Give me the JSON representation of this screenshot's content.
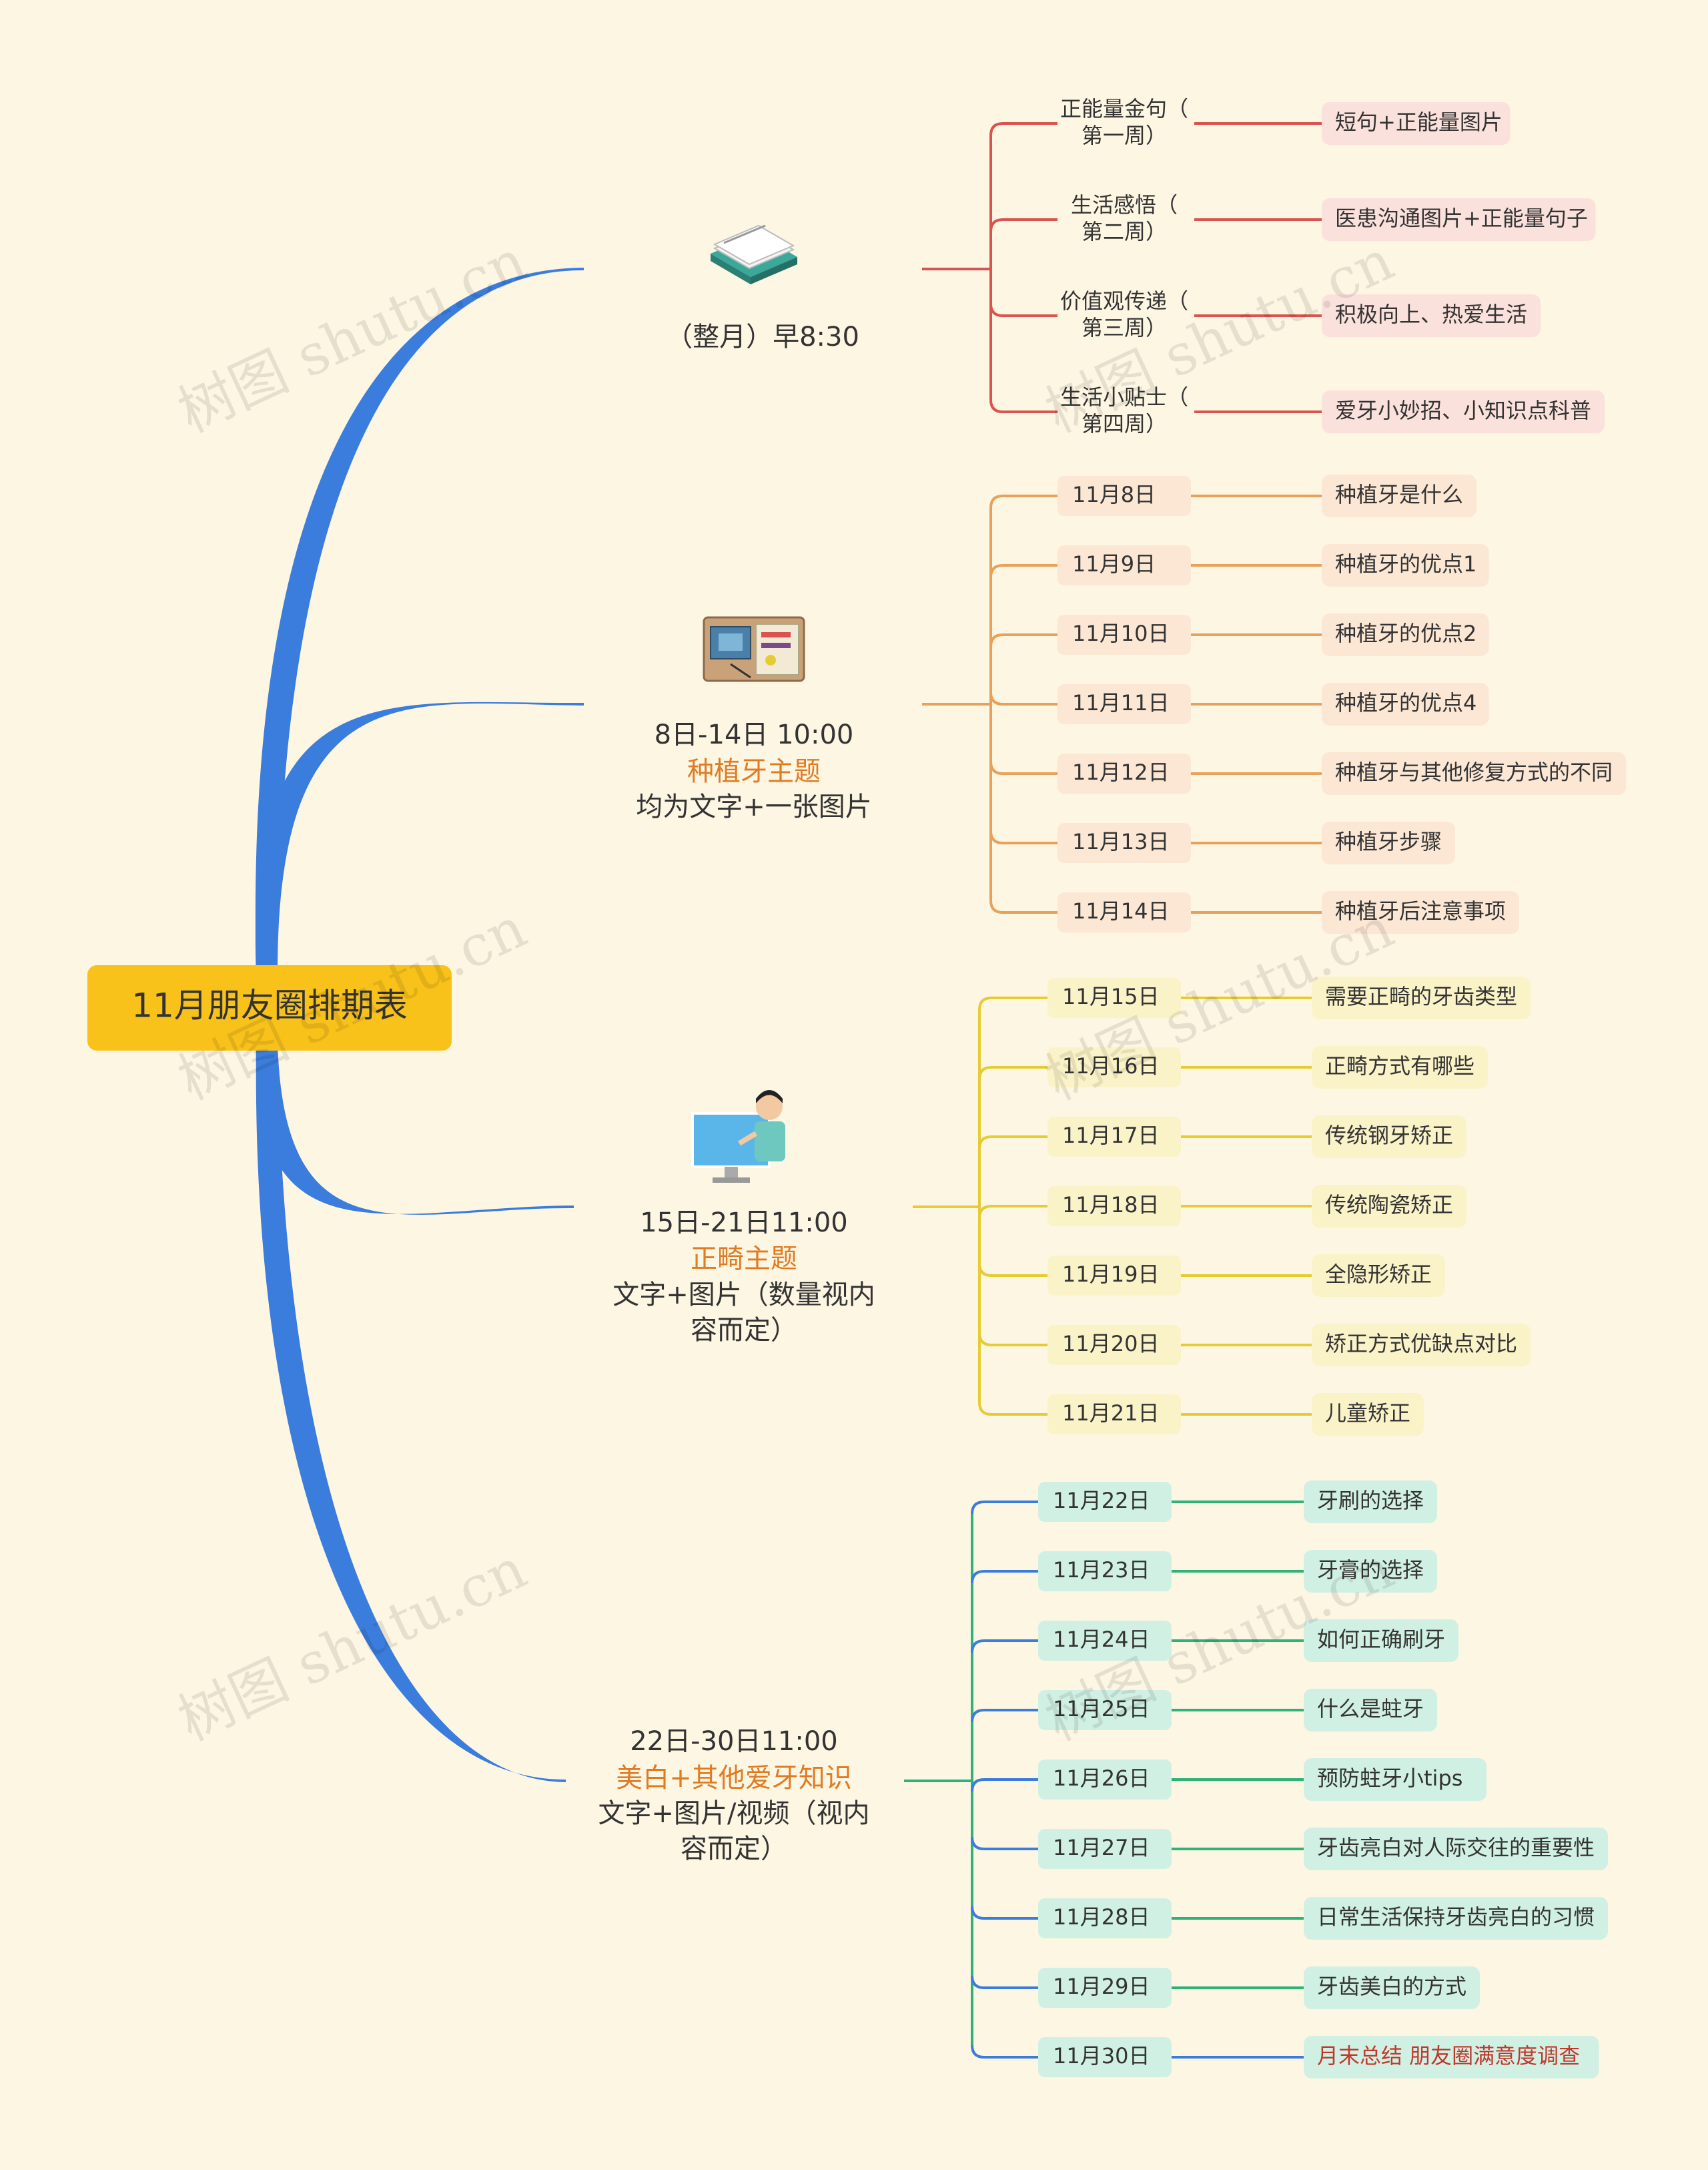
{
  "colors": {
    "background": "#fdf6e3",
    "root_fill": "#f8c21b",
    "trunk": "#3b7ddd",
    "red": "#d9534f",
    "orange": "#e8a15b",
    "yellow": "#e6cc33",
    "blue": "#3b7ddd",
    "green": "#2db37a",
    "dark_text": "#333333",
    "accent_text": "#e07b22"
  },
  "root": {
    "label": "11月朋友圈排期表"
  },
  "branches": [
    {
      "icon": "notepad-icon",
      "lines": [
        "（整月）早8:30"
      ],
      "items": [
        {
          "date": "正能量金句（第一周）",
          "content": "短句+正能量图片"
        },
        {
          "date": "生活感悟（第二周）",
          "content": "医患沟通图片+正能量句子"
        },
        {
          "date": "价值观传递（第三周）",
          "content": "积极向上、热爱生活"
        },
        {
          "date": "生活小贴士（第四周）",
          "content": "爱牙小妙招、小知识点科普"
        }
      ]
    },
    {
      "icon": "desk-workspace-icon",
      "lines": [
        "8日-14日 10:00",
        "种植牙主题",
        "均为文字+一张图片"
      ],
      "items": [
        {
          "date": "11月8日",
          "content": "种植牙是什么"
        },
        {
          "date": "11月9日",
          "content": "种植牙的优点1"
        },
        {
          "date": "11月10日",
          "content": "种植牙的优点2"
        },
        {
          "date": "11月11日",
          "content": "种植牙的优点4"
        },
        {
          "date": "11月12日",
          "content": "种植牙与其他修复方式的不同"
        },
        {
          "date": "11月13日",
          "content": "种植牙步骤"
        },
        {
          "date": "11月14日",
          "content": "种植牙后注意事项"
        }
      ]
    },
    {
      "icon": "presenter-screen-icon",
      "lines": [
        "15日-21日11:00",
        "正畸主题",
        "文字+图片（数量视内",
        "容而定）"
      ],
      "items": [
        {
          "date": "11月15日",
          "content": "需要正畸的牙齿类型"
        },
        {
          "date": "11月16日",
          "content": "正畸方式有哪些"
        },
        {
          "date": "11月17日",
          "content": "传统钢牙矫正"
        },
        {
          "date": "11月18日",
          "content": "传统陶瓷矫正"
        },
        {
          "date": "11月19日",
          "content": "全隐形矫正"
        },
        {
          "date": "11月20日",
          "content": "矫正方式优缺点对比"
        },
        {
          "date": "11月21日",
          "content": "儿童矫正"
        }
      ]
    },
    {
      "icon": "",
      "lines": [
        "22日-30日11:00",
        "美白+其他爱牙知识",
        "文字+图片/视频（视内",
        "容而定）"
      ],
      "items": [
        {
          "date": "11月22日",
          "content": "牙刷的选择"
        },
        {
          "date": "11月23日",
          "content": "牙膏的选择"
        },
        {
          "date": "11月24日",
          "content": "如何正确刷牙"
        },
        {
          "date": "11月25日",
          "content": "什么是蛀牙"
        },
        {
          "date": "11月26日",
          "content": "预防蛀牙小tips"
        },
        {
          "date": "11月27日",
          "content": "牙齿亮白对人际交往的重要性"
        },
        {
          "date": "11月28日",
          "content": "日常生活保持牙齿亮白的习惯"
        },
        {
          "date": "11月29日",
          "content": "牙齿美白的方式"
        },
        {
          "date": "11月30日",
          "content": "月末总结 朋友圈满意度调查"
        }
      ]
    }
  ],
  "watermarks": [
    "树图 shutu.cn",
    "树图 shutu.cn",
    "树图 shutu.cn",
    "树图 shutu.cn",
    "树图 shutu.cn",
    "树图 shutu.cn"
  ]
}
